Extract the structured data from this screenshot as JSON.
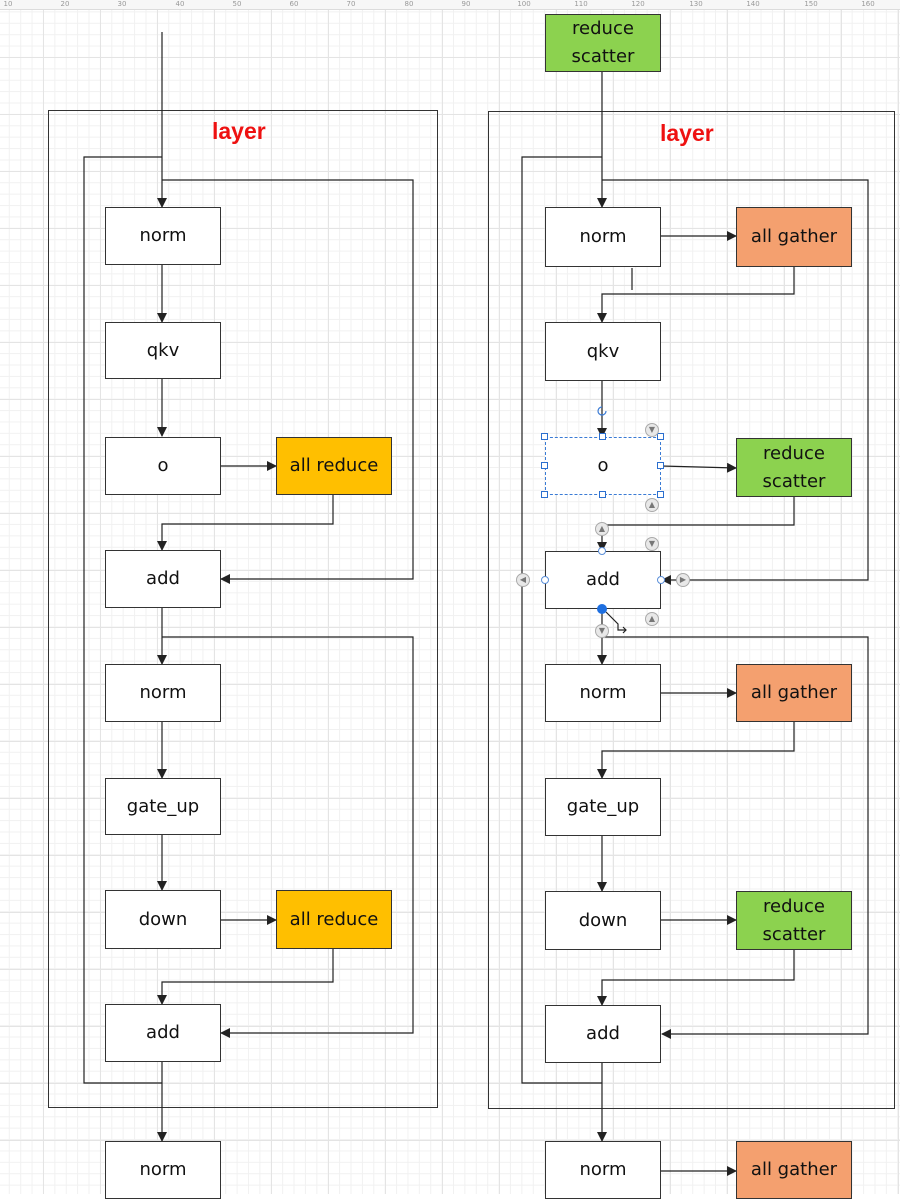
{
  "ruler": {
    "ticks": [
      "10",
      "20",
      "30",
      "40",
      "50",
      "60",
      "70",
      "80",
      "90",
      "100",
      "110",
      "120",
      "130",
      "140",
      "150",
      "160"
    ]
  },
  "colors": {
    "title_red": "#ee1111",
    "all_gather": "#f4a06f",
    "all_reduce": "#ffbf00",
    "reduce_scatter": "#8cd24f",
    "selection": "#2b6fcf"
  },
  "left": {
    "title": "layer",
    "norm1": "norm",
    "qkv": "qkv",
    "o": "o",
    "all_reduce1": "all reduce",
    "add1": "add",
    "norm2": "norm",
    "gate_up": "gate_up",
    "down": "down",
    "all_reduce2": "all reduce",
    "add2": "add",
    "norm_next": "norm"
  },
  "right": {
    "title": "layer",
    "reduce_scatter_top": "reduce\nscatter",
    "norm1": "norm",
    "all_gather1": "all gather",
    "qkv": "qkv",
    "o": "o",
    "reduce_scatter1": "reduce\nscatter",
    "add1": "add",
    "norm2": "norm",
    "all_gather2": "all gather",
    "gate_up": "gate_up",
    "down": "down",
    "reduce_scatter2": "reduce\nscatter",
    "add2": "add",
    "norm_next": "norm",
    "all_gather_next": "all gather"
  },
  "editor": {
    "selected_node": "o"
  }
}
